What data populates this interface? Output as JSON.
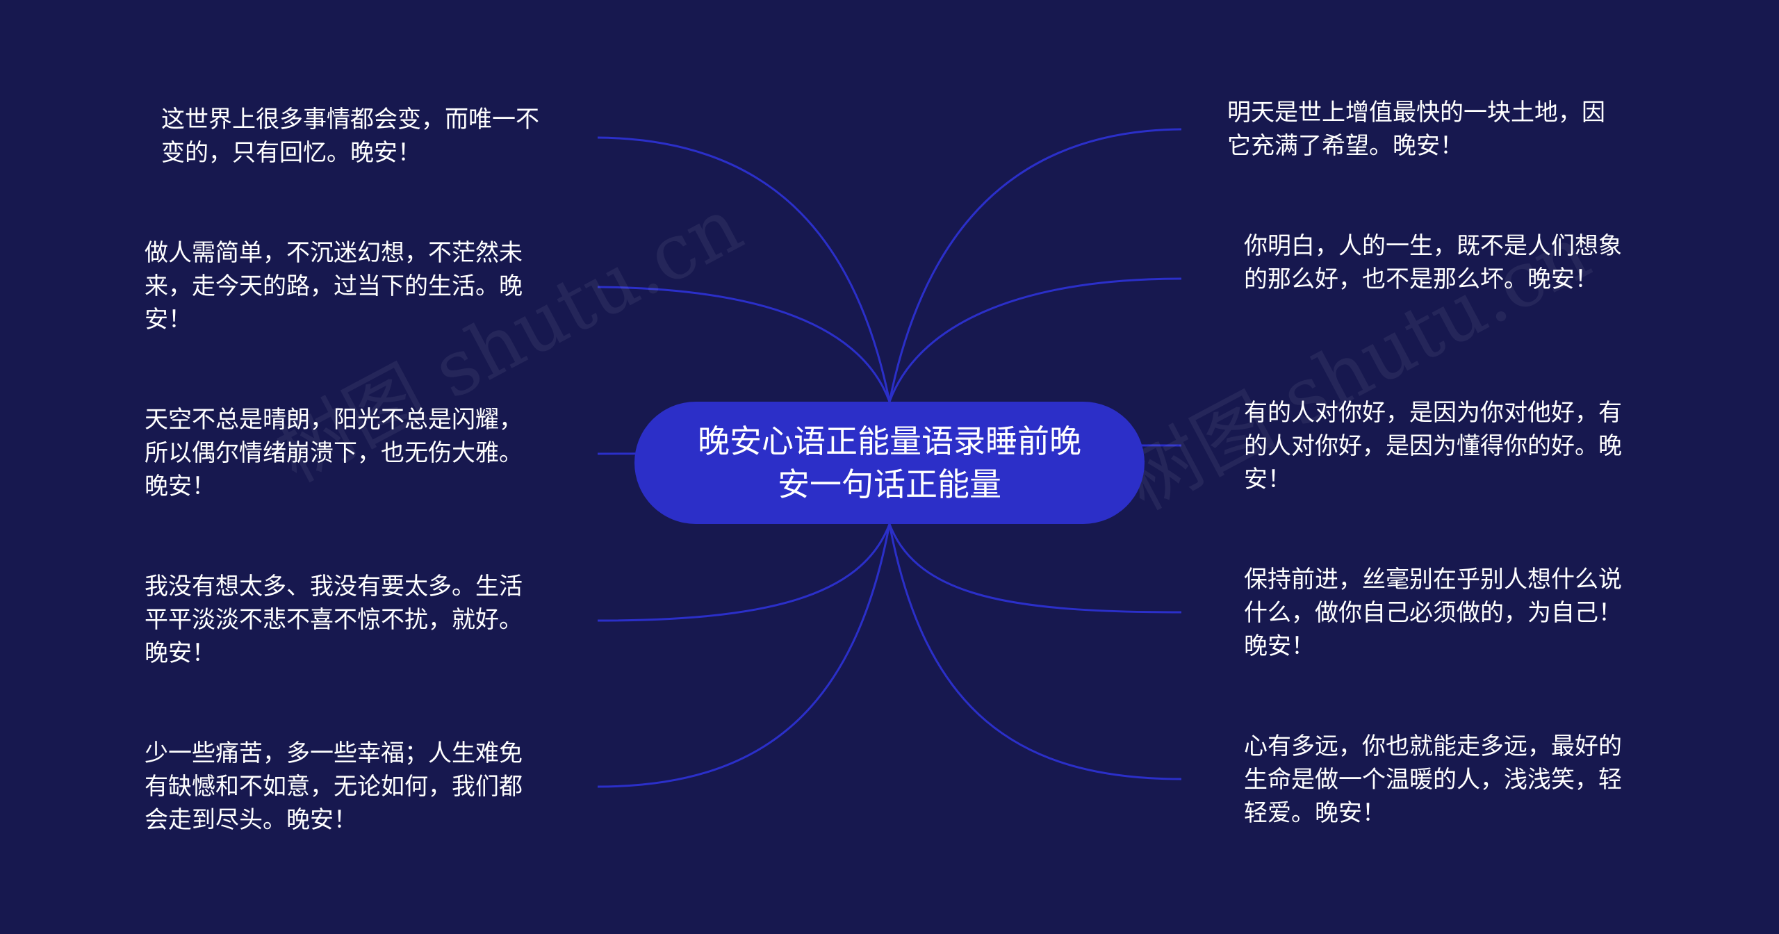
{
  "center": {
    "title": "晚安心语正能量语录睡前晚安一句话正能量"
  },
  "colors": {
    "background": "#17184f",
    "center_fill": "#2c2fc8",
    "connector": "#2b2fc9",
    "text": "#ffffff"
  },
  "left_branches": [
    {
      "text": "这世界上很多事情都会变，而唯一不变的，只有回忆。晚安！"
    },
    {
      "text": "做人需简单，不沉迷幻想，不茫然未来，走今天的路，过当下的生活。晚安！"
    },
    {
      "text": "天空不总是晴朗，阳光不总是闪耀，所以偶尔情绪崩溃下，也无伤大雅。晚安！"
    },
    {
      "text": "我没有想太多、我没有要太多。生活平平淡淡不悲不喜不惊不扰，就好。晚安！"
    },
    {
      "text": "少一些痛苦，多一些幸福；人生难免有缺憾和不如意，无论如何，我们都会走到尽头。晚安！"
    }
  ],
  "right_branches": [
    {
      "text": "明天是世上增值最快的一块土地，因它充满了希望。晚安！"
    },
    {
      "text": "你明白，人的一生，既不是人们想象的那么好，也不是那么坏。晚安！"
    },
    {
      "text": "有的人对你好，是因为你对他好，有的人对你好，是因为懂得你的好。晚安！"
    },
    {
      "text": "保持前进，丝毫别在乎别人想什么说什么，做你自己必须做的，为自己！晚安！"
    },
    {
      "text": "心有多远，你也就能走多远，最好的生命是做一个温暖的人，浅浅笑，轻轻爱。晚安！"
    }
  ],
  "watermark": {
    "text": "树图 shutu.cn"
  }
}
